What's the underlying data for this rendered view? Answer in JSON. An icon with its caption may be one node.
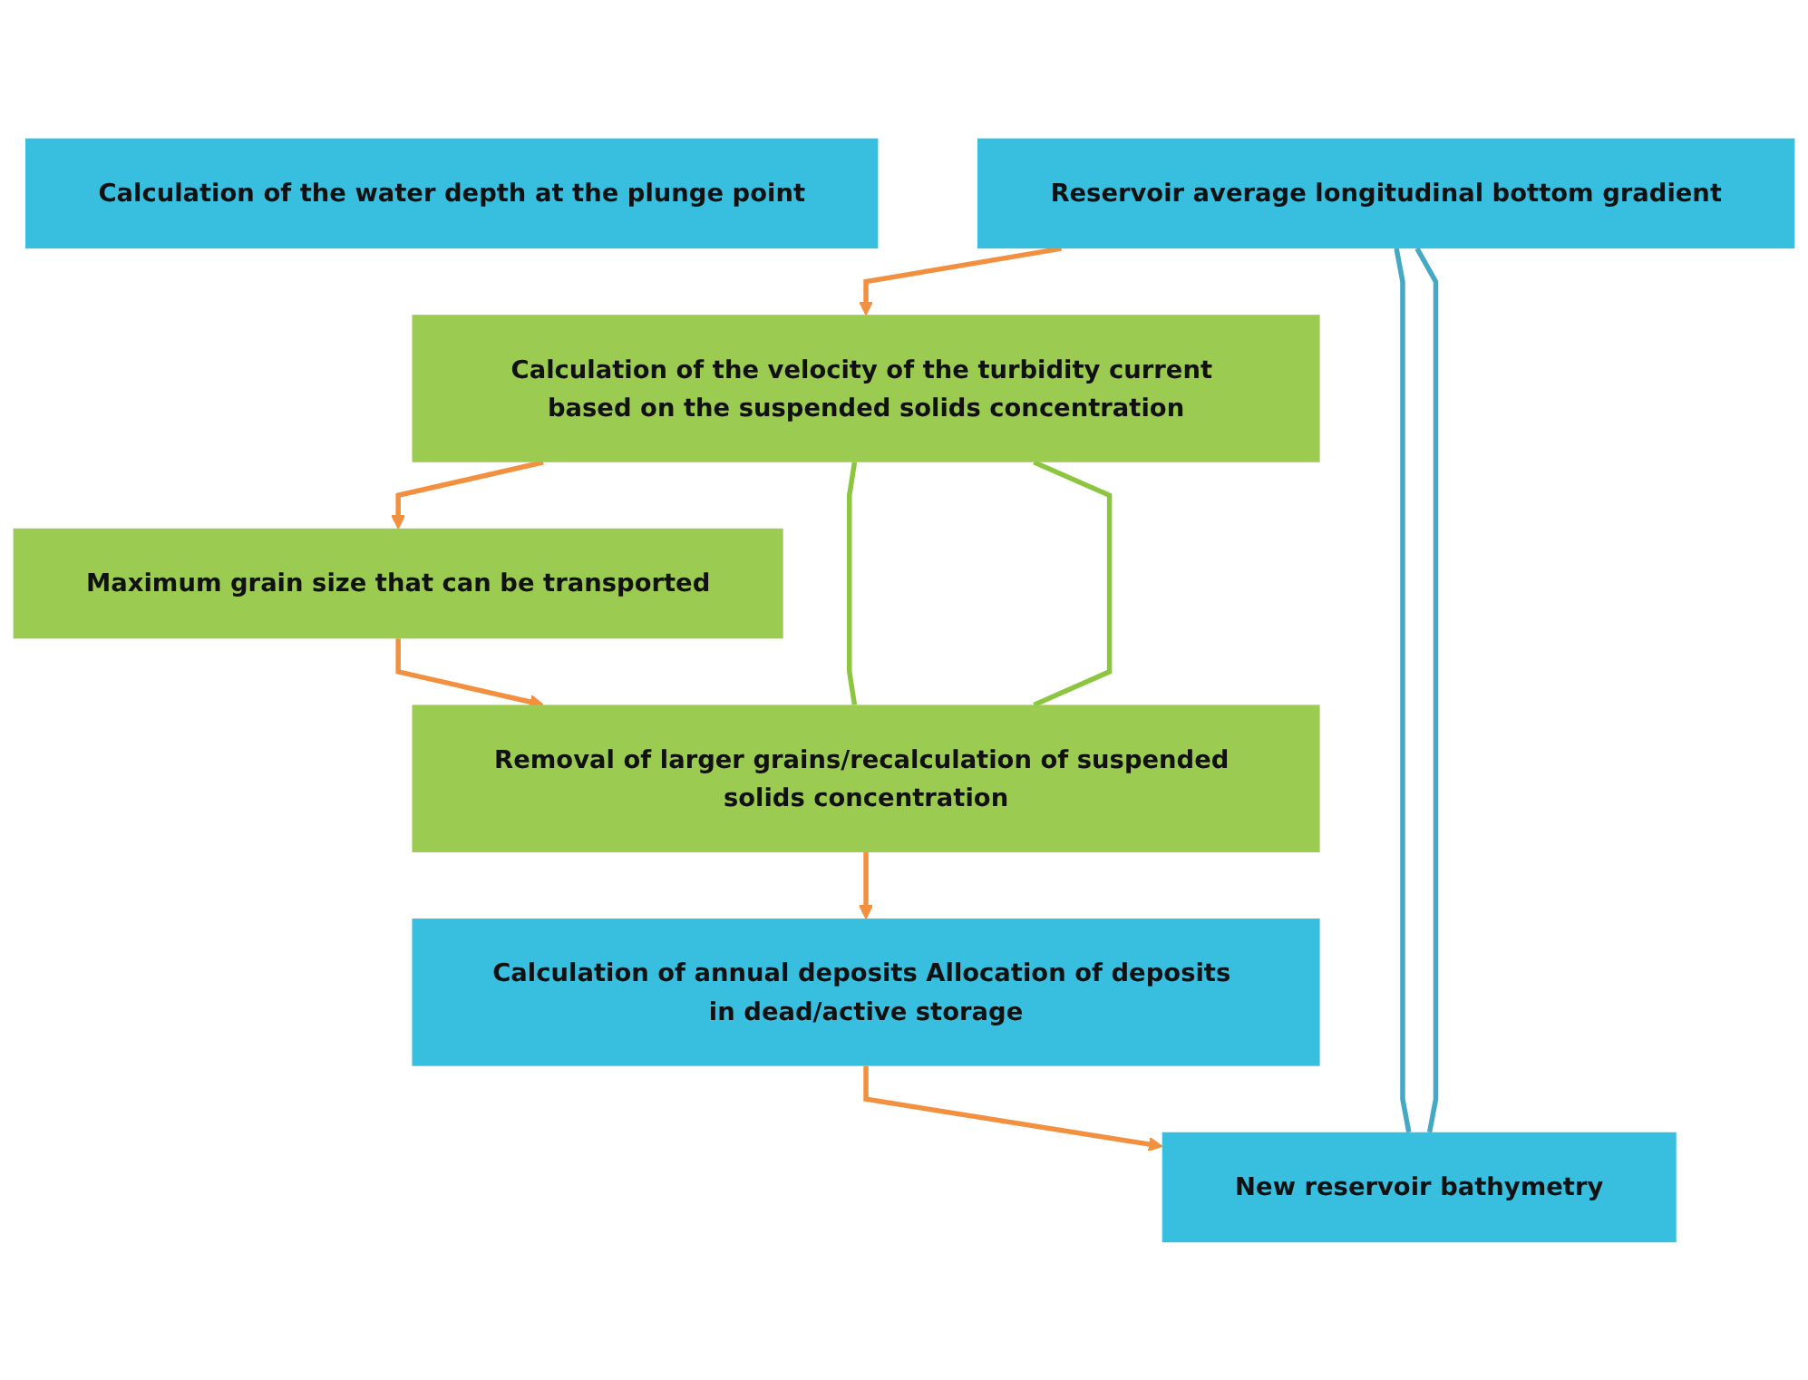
{
  "diagram": {
    "nodes": [
      {
        "text": [
          "Calculation of the water depth at the plunge point"
        ]
      },
      {
        "text": [
          "Reservoir average longitudinal bottom gradient"
        ]
      },
      {
        "text": [
          "Calculation of the velocity of the turbidity current based on the suspended solids concentration"
        ]
      },
      {
        "text": [
          "Maximum grain size that can be transported"
        ]
      },
      {
        "text": [
          "Removal of larger grains/recalculation of suspended solids concentration"
        ]
      },
      {
        "text": [
          "Calculation of annual deposits Allocation of deposits in dead/active storage"
        ]
      },
      {
        "text": [
          "New reservoir bathymetry"
        ]
      }
    ],
    "edges": [
      {
        "from": 1,
        "to": 2,
        "arrow": "to"
      },
      {
        "from": 2,
        "to": 3,
        "arrow": "to"
      },
      {
        "from": 3,
        "to": 4,
        "arrow": "to"
      },
      {
        "from": 4,
        "to": 5,
        "arrow": "to"
      },
      {
        "from": 5,
        "to": 6,
        "arrow": "to"
      },
      {
        "from": 1,
        "to": 6,
        "arrow": "none",
        "color": "#45a8c4"
      },
      {
        "from": 1,
        "to": 6,
        "arrow": "none",
        "color": "#45a8c4"
      },
      {
        "from": 2,
        "to": 4,
        "arrow": "none",
        "color": "#8cc63f"
      },
      {
        "from": 2,
        "to": 4,
        "arrow": "none",
        "color": "#8cc63f"
      }
    ]
  }
}
